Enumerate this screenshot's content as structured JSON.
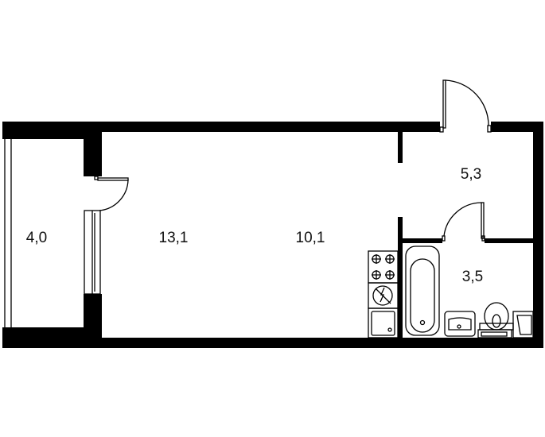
{
  "floor_plan": {
    "rooms": [
      {
        "name": "balcony",
        "area": "4,0"
      },
      {
        "name": "living-room",
        "area": "13,1"
      },
      {
        "name": "kitchen",
        "area": "10,1"
      },
      {
        "name": "hallway",
        "area": "5,3"
      },
      {
        "name": "bathroom",
        "area": "3,5"
      }
    ]
  }
}
